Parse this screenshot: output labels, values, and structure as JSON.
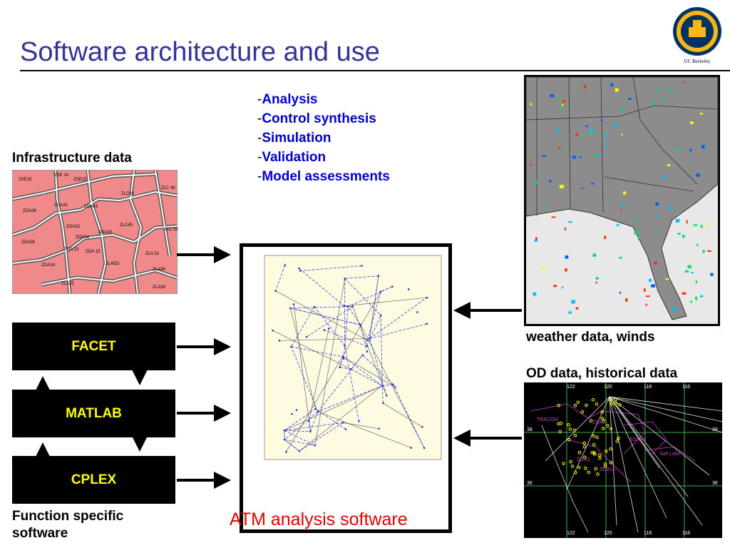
{
  "title": "Software architecture and use",
  "seal_caption": "UC Berkeley",
  "bullets": [
    {
      "dash": "-",
      "text": "Analysis"
    },
    {
      "dash": "-",
      "text": "Control synthesis"
    },
    {
      "dash": "-",
      "text": "Simulation"
    },
    {
      "dash": "-",
      "text": "Validation"
    },
    {
      "dash": "-",
      "text": "Model assessments"
    }
  ],
  "labels": {
    "infrastructure": "Infrastructure data",
    "function_specific": "Function specific software",
    "weather": "weather data, winds",
    "od": "OD data, historical data",
    "atm": "ATM analysis software"
  },
  "software_blocks": [
    "FACET",
    "MATLAB",
    "CPLEX"
  ],
  "infra_sectors": [
    "ZSE15",
    "ZSE 14",
    "ZSE13",
    "ZLC 40",
    "ZLC42",
    "ZOA31",
    "ZOA43",
    "ZOA36",
    "ZOA32",
    "ZOA34",
    "ZOA33",
    "ZLC45",
    "ZLC 33",
    "ZOA35",
    "ZOA 13",
    "ZOA 15",
    "ZLA 32",
    "ZOA14",
    "ZLAED",
    "ZLA36",
    "ZLA25",
    "ZLA39"
  ],
  "od_ticks": {
    "top": [
      "122",
      "120",
      "118",
      "116"
    ],
    "bottom": [
      "122",
      "120",
      "118",
      "116"
    ],
    "left": [
      "38",
      "36"
    ],
    "right": [
      "38",
      "36"
    ]
  },
  "od_regions": [
    "TRACON",
    "ZOA3",
    "ZOA33",
    "Salt Lake",
    "ZOA1",
    "ZOA15"
  ],
  "colors": {
    "title": "#333399",
    "bullets": "#0000cc",
    "atm_label": "#e60000",
    "block_text": "#ffff00",
    "infra_fill": "#f08a8a",
    "weather_land": "#8c8c8c",
    "atm_bg": "#fffbe0"
  }
}
